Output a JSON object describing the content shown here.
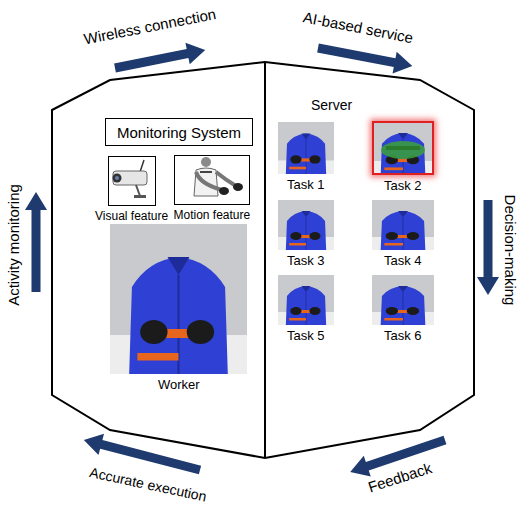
{
  "diagram": {
    "nodes": [
      {
        "text": [
          "Monitoring System"
        ]
      },
      {
        "text": [
          "Visual feature"
        ]
      },
      {
        "text": [
          "Motion feature"
        ]
      },
      {
        "text": [
          "Worker"
        ]
      },
      {
        "text": [
          "Server"
        ]
      },
      {
        "text": [
          "Task 1"
        ],
        "in": 4
      },
      {
        "text": [
          "Task 2"
        ],
        "in": 4
      },
      {
        "text": [
          "Task 3"
        ],
        "in": 4
      },
      {
        "text": [
          "Task 4"
        ],
        "in": 4
      },
      {
        "text": [
          "Task 5"
        ],
        "in": 4
      },
      {
        "text": [
          "Task 6"
        ],
        "in": 4
      }
    ],
    "labels": [
      "Wireless connection",
      "AI-based service",
      "Decision-making",
      "Feedback",
      "Accurate execution",
      "Activity monitoring"
    ]
  }
}
